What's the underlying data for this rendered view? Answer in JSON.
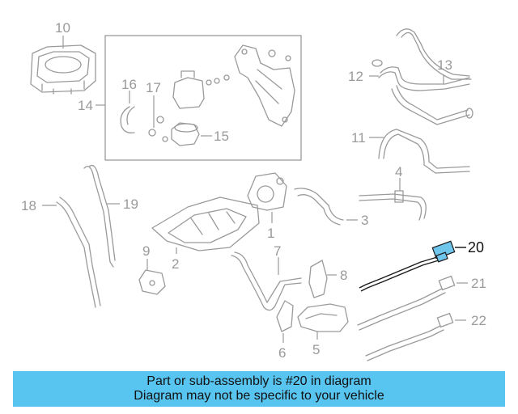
{
  "diagram": {
    "callouts": [
      "1",
      "2",
      "3",
      "4",
      "5",
      "6",
      "7",
      "8",
      "9",
      "10",
      "11",
      "12",
      "13",
      "14",
      "15",
      "16",
      "17",
      "18",
      "19",
      "20",
      "21",
      "22"
    ],
    "highlighted_part": "20",
    "colors": {
      "highlight": "#6fc6ec",
      "line": "#9a9a9a",
      "banner": "#58c4f0"
    }
  },
  "banner": {
    "line1": "Part or sub-assembly is #20 in diagram",
    "line2": "Diagram may not be specific to your vehicle"
  }
}
